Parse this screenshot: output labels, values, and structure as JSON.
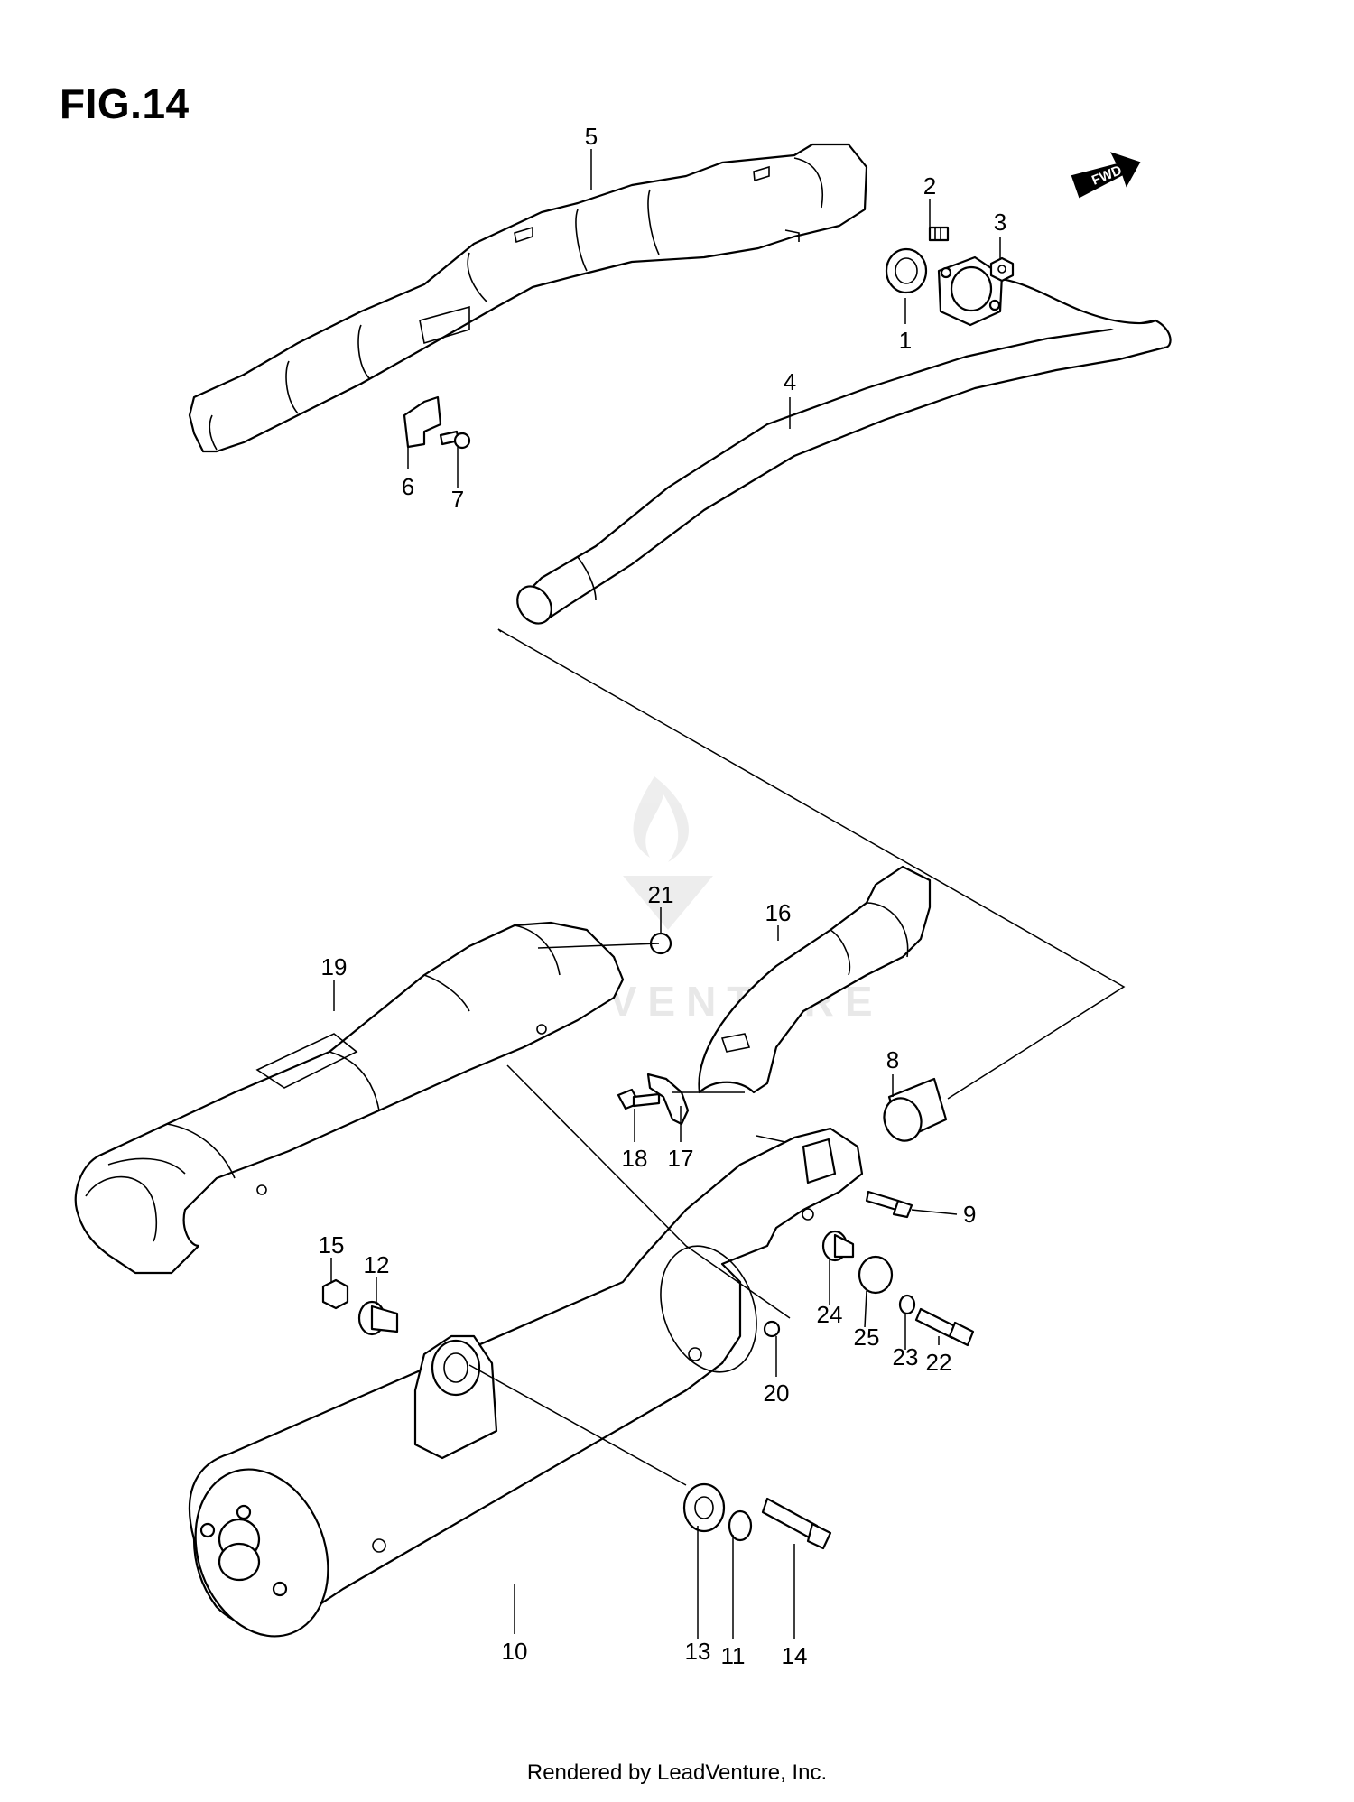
{
  "title": "FIG.14",
  "footer": "Rendered by LeadVenture, Inc.",
  "watermark": "LEADVENTURE",
  "fwd_label": "FWD",
  "callouts": [
    "1",
    "2",
    "3",
    "4",
    "5",
    "6",
    "7",
    "8",
    "9",
    "10",
    "11",
    "12",
    "13",
    "14",
    "15",
    "16",
    "17",
    "18",
    "19",
    "20",
    "21",
    "22",
    "23",
    "24",
    "25"
  ]
}
